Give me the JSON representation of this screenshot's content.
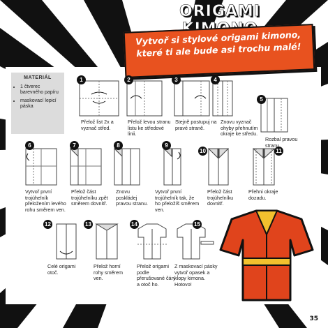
{
  "title": "ORIGAMI KIMONO",
  "subtitle": "Vytvoř si stylové origami kimono, které ti ale bude asi trochu malé!",
  "material": {
    "heading": "MATERIÁL",
    "items": [
      "1 čtverec barevného papíru",
      "maskovací lepicí páska"
    ]
  },
  "steps": [
    {
      "num": "1",
      "text": "Přelož list 2x a vyznač střed."
    },
    {
      "num": "2",
      "text": "Přelož levou stranu listu ke středové linii."
    },
    {
      "num": "3",
      "text": "Stejně postupuj na pravé straně."
    },
    {
      "num": "4",
      "text": "Znovu vyznač ohyby přehnutím okraje ke středu."
    },
    {
      "num": "5",
      "text": "Rozbal pravou stranu."
    },
    {
      "num": "6",
      "text": "Vytvoř první trojúhelník přeložením levého rohu směrem ven."
    },
    {
      "num": "7",
      "text": "Přelož část trojúhelníku zpět směrem dovnitř."
    },
    {
      "num": "8",
      "text": "Znovu poskládej pravou stranu."
    },
    {
      "num": "9",
      "text": "Vytvoř první trojúhelník tak, že ho přeložíš směrem ven."
    },
    {
      "num": "10",
      "text": "Přelož část trojúhelníku dovnitř."
    },
    {
      "num": "11",
      "text": "Přehni okraje dozadu."
    },
    {
      "num": "12",
      "text": "Celé origami otoč."
    },
    {
      "num": "13",
      "text": "Přelož horní rohy směrem ven."
    },
    {
      "num": "14",
      "text": "Přelož origami podle přerušované čáry a otoč ho."
    },
    {
      "num": "15",
      "text": "Z maskovací pásky vytvoř opasek a klopy kimona. Hotovo!"
    }
  ],
  "page_number": "35",
  "colors": {
    "accent": "#e8521f",
    "kimono": "#e0441c",
    "belt": "#f2c12e"
  }
}
